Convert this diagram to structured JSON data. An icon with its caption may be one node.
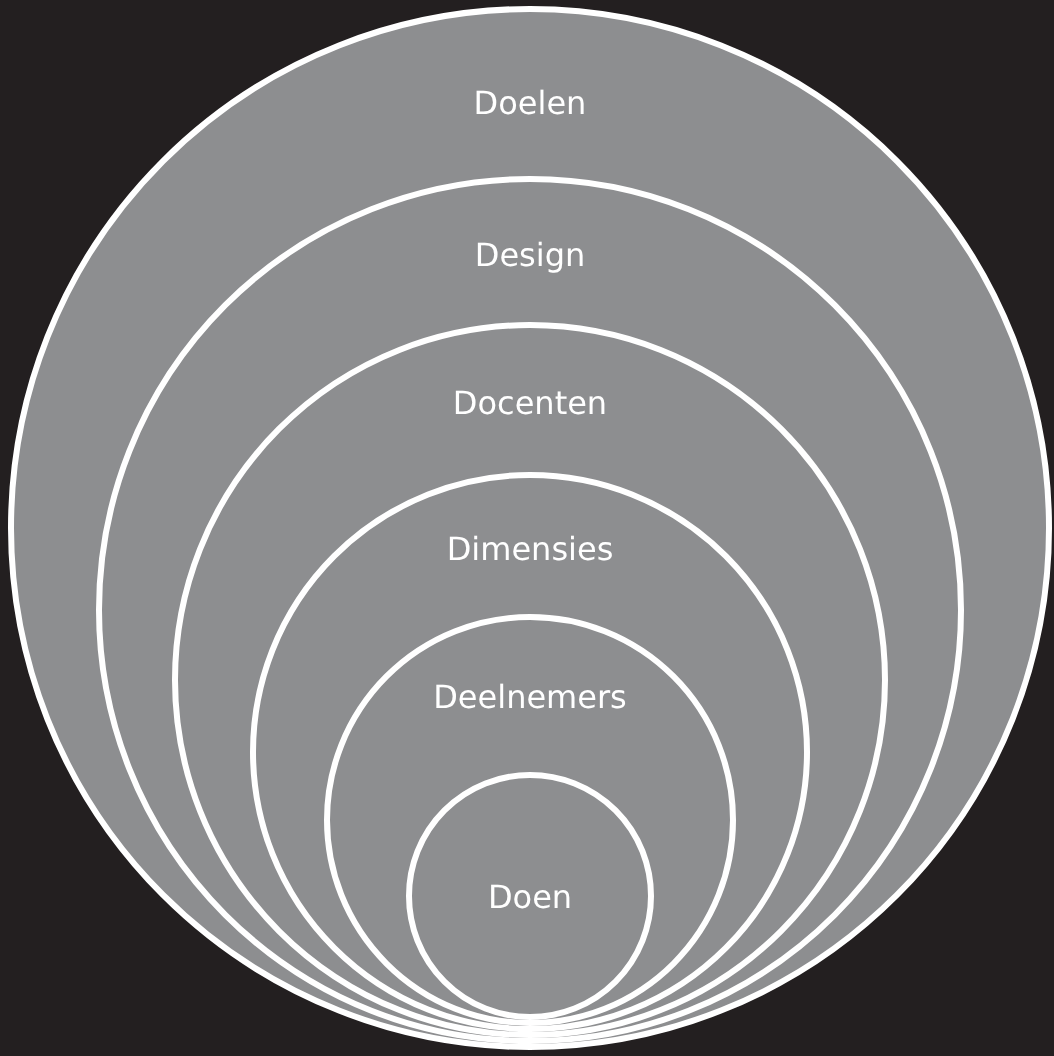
{
  "diagram": {
    "nodes": [
      {
        "text": [
          "Doelen"
        ]
      },
      {
        "text": [
          "Design"
        ],
        "in": 0
      },
      {
        "text": [
          "Docenten"
        ],
        "in": 1
      },
      {
        "text": [
          "Dimensies"
        ],
        "in": 2
      },
      {
        "text": [
          "Deelnemers"
        ],
        "in": 3
      },
      {
        "text": [
          "Doen"
        ],
        "in": 4
      }
    ]
  }
}
